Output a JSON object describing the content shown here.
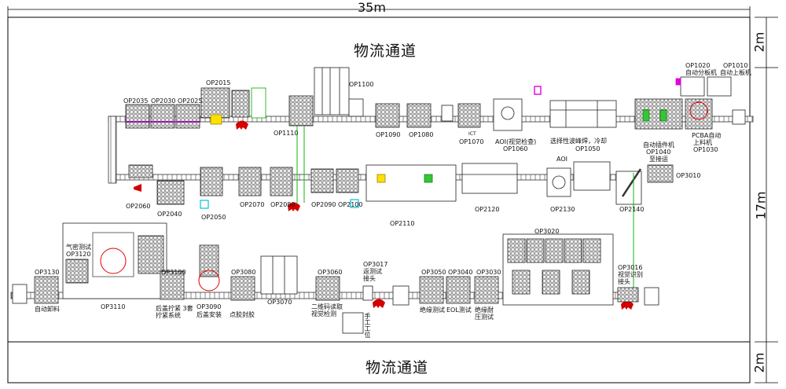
{
  "dimensions": {
    "width": "35m",
    "height": "17m",
    "aisle_top": "2m",
    "aisle_bottom": "2m"
  },
  "aisles": {
    "top": "物流通道",
    "bottom": "物流通道"
  },
  "line1": [
    {
      "id": "op2035",
      "label": "OP2035"
    },
    {
      "id": "op2030",
      "label": "OP2030"
    },
    {
      "id": "op2025",
      "label": "OP2025"
    },
    {
      "id": "op2015",
      "label": "OP2015"
    },
    {
      "id": "op1110",
      "label": "OP1110"
    },
    {
      "id": "op1100",
      "label": "OP1100"
    },
    {
      "id": "op1090",
      "label": "OP1090"
    },
    {
      "id": "op1080",
      "label": "OP1080"
    },
    {
      "id": "op1070",
      "label": "OP1070"
    },
    {
      "id": "op1060",
      "label": "OP1060"
    },
    {
      "id": "op1050",
      "label": "OP1050"
    },
    {
      "id": "op1040",
      "label": "OP1040"
    },
    {
      "id": "op1030",
      "label": "OP1030"
    },
    {
      "id": "op1020",
      "label": "OP1020"
    },
    {
      "id": "op1010",
      "label": "OP1010"
    }
  ],
  "line1_notes": {
    "op1060": "AOI(视觉检查)",
    "op1050": "选择性波峰焊，冷却",
    "op1040a": "自动插件机",
    "op1040b": "至接运",
    "op1030a": "PCBA自动",
    "op1030b": "上料机",
    "op1020": "自动分板机",
    "op1010": "自动上板机",
    "op1070": "ICT"
  },
  "line2": [
    {
      "id": "op2060",
      "label": "OP2060"
    },
    {
      "id": "op2040",
      "label": "OP2040"
    },
    {
      "id": "op2050",
      "label": "OP2050"
    },
    {
      "id": "op2070",
      "label": "OP2070"
    },
    {
      "id": "op2080",
      "label": "OP2080"
    },
    {
      "id": "op2090",
      "label": "OP2090"
    },
    {
      "id": "op2100",
      "label": "OP2100"
    },
    {
      "id": "op2110",
      "label": "OP2110"
    },
    {
      "id": "op2120",
      "label": "OP2120"
    },
    {
      "id": "op2130",
      "label": "OP2130"
    },
    {
      "id": "op2140",
      "label": "OP2140"
    },
    {
      "id": "op3010",
      "label": "OP3010"
    }
  ],
  "line2_notes": {
    "aoi2": "AOI"
  },
  "line3": [
    {
      "id": "op3130",
      "label": "OP3130",
      "note": "自动卸料"
    },
    {
      "id": "op3120",
      "label": "OP3120",
      "note": "气密测试"
    },
    {
      "id": "op3110",
      "label": "OP3110",
      "note": ""
    },
    {
      "id": "op3100",
      "label": "OP3100",
      "note": "后盖拧紧 3套拧紧系统"
    },
    {
      "id": "op3090",
      "label": "OP3090",
      "note": "后盖安装"
    },
    {
      "id": "op3080",
      "label": "OP3080",
      "note": "点胶封胶"
    },
    {
      "id": "op3070",
      "label": "OP3070",
      "note": ""
    },
    {
      "id": "op3060",
      "label": "OP3060",
      "note": "二维码读取 视觉检测"
    },
    {
      "id": "op3017",
      "label": "OP3017",
      "note": "返测试 接头"
    },
    {
      "id": "op3050",
      "label": "OP3050",
      "note": "绝缘测试"
    },
    {
      "id": "op3040",
      "label": "OP3040",
      "note": "EOL测试"
    },
    {
      "id": "op3030",
      "label": "OP3030",
      "note": "绝缘耐 压测试"
    },
    {
      "id": "op3020",
      "label": "OP3020",
      "note": ""
    },
    {
      "id": "op3016",
      "label": "OP3016",
      "note": "视觉识别 接头"
    }
  ],
  "misc": {
    "manual_station": "手工工位"
  }
}
